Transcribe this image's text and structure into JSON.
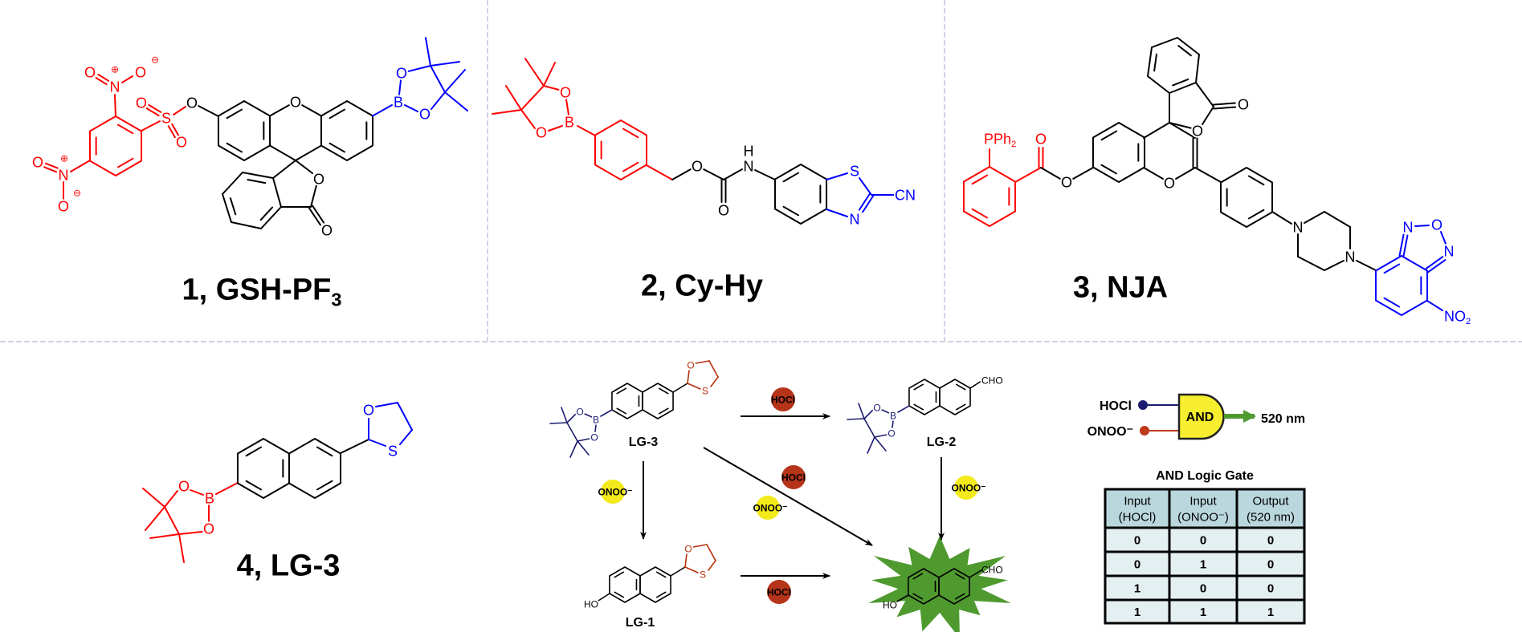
{
  "compounds": [
    {
      "title": "1, GSH-PF",
      "title_sub": "3",
      "atoms": [
        "O",
        "N",
        "⊕",
        "O",
        "⊖",
        "O",
        "S",
        "O",
        "O",
        "O",
        "⊕",
        "N",
        "O",
        "⊖",
        "O",
        "O",
        "O",
        "B",
        "O",
        "O"
      ]
    },
    {
      "title": "2, Cy-Hy",
      "atoms": [
        "O",
        "B",
        "O",
        "O",
        "O",
        "N",
        "H",
        "S",
        "N",
        "CN"
      ]
    },
    {
      "title": "3, NJA",
      "atoms": [
        "PPh",
        "2",
        "O",
        "O",
        "O",
        "O",
        "O",
        "N",
        "N",
        "N",
        "O",
        "N",
        "NO",
        "2"
      ]
    },
    {
      "title": "4, LG-3",
      "atoms": [
        "O",
        "B",
        "O",
        "O",
        "S"
      ]
    }
  ],
  "scheme": {
    "lg3": {
      "label": "LG-3",
      "atoms": [
        "O",
        "B",
        "O",
        "O",
        "S"
      ]
    },
    "lg2": {
      "label": "LG-2",
      "atoms": [
        "O",
        "B",
        "O",
        "CHO"
      ]
    },
    "lg1": {
      "label": "LG-1",
      "atoms": [
        "HO",
        "O",
        "S"
      ]
    },
    "product": {
      "atoms": [
        "HO",
        "CHO"
      ]
    },
    "reagents": {
      "hocl": "HOCl",
      "onoo": "ONOO⁻"
    }
  },
  "logic_gate": {
    "inputs": [
      "HOCl",
      "ONOO⁻"
    ],
    "gate_label": "AND",
    "output": "520 nm",
    "table_title": "AND Logic Gate",
    "headers": [
      [
        "Input",
        "(HOCl)"
      ],
      [
        "Input",
        "(ONOO⁻)"
      ],
      [
        "Output",
        "(520 nm)"
      ]
    ],
    "rows": [
      [
        "0",
        "0",
        "0"
      ],
      [
        "0",
        "1",
        "0"
      ],
      [
        "1",
        "0",
        "0"
      ],
      [
        "1",
        "1",
        "1"
      ]
    ]
  },
  "colors": {
    "trigger_red": "#ff0000",
    "fluorophore_blue": "#0000ff",
    "scheme_navy": "#1c1c72",
    "scheme_red": "#b8300c",
    "hocl_ball": "#b5341a",
    "onoo_ball": "#f2ea1a",
    "fluorescence_green": "#4f9a2f",
    "gate_yellow": "#f6ee2e",
    "table_header": "#b9d7dc",
    "table_cell": "#e4eff1"
  }
}
